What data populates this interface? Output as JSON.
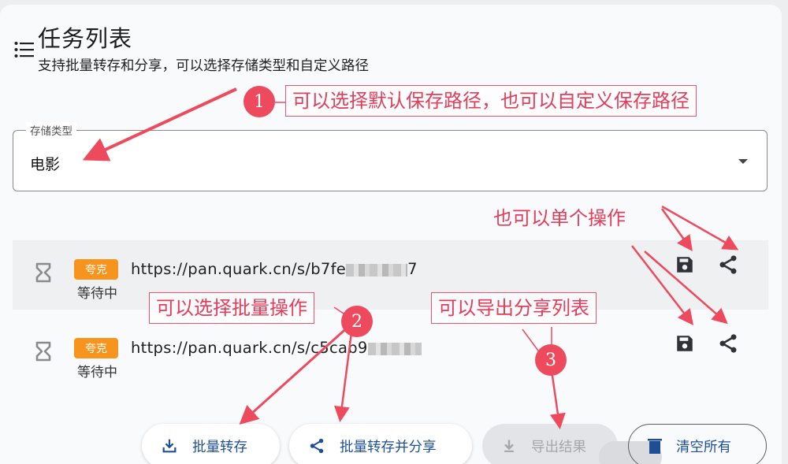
{
  "header": {
    "icon": "list-icon",
    "title": "任务列表",
    "subtitle": "支持批量转存和分享，可以选择存储类型和自定义路径"
  },
  "storage_select": {
    "label": "存储类型",
    "value": "电影",
    "icon": "dropdown-caret-icon"
  },
  "tasks": [
    {
      "status_icon": "hourglass-icon",
      "badge": "夸克",
      "url_visible": "https://pan.quark.cn/s/b7fe",
      "url_tail": "7",
      "status": "等待中",
      "actions": [
        "save-icon",
        "share-icon"
      ]
    },
    {
      "status_icon": "hourglass-icon",
      "badge": "夸克",
      "url_visible": "https://pan.quark.cn/s/c5cab9",
      "url_tail": "",
      "status": "等待中",
      "actions": [
        "save-icon",
        "share-icon"
      ]
    }
  ],
  "buttons": {
    "batch_save": "批量转存",
    "batch_save_share": "批量转存并分享",
    "export": "导出结果",
    "clear_all": "清空所有"
  },
  "annotations": {
    "n1": "1",
    "a1": "可以选择默认保存路径，也可以自定义保存路径",
    "single": "也可以单个操作",
    "n2": "2",
    "a2": "可以选择批量操作",
    "n3": "3",
    "a3": "可以导出分享列表"
  },
  "colors": {
    "accent": "#1e4f94",
    "badge": "#f7941d",
    "annotation": "#e23d5b",
    "icon_dark": "#2f3136"
  }
}
